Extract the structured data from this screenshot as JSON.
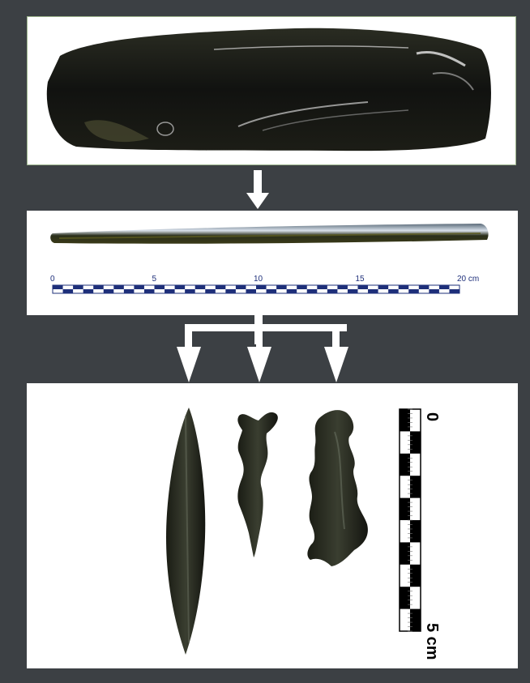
{
  "scale_bar_horizontal": {
    "labels": [
      "0",
      "5",
      "10",
      "15",
      "20 cm"
    ]
  },
  "scale_bar_vertical": {
    "labels": [
      "0",
      "5 cm"
    ]
  },
  "colors": {
    "background": "#3c4044",
    "obsidian": "#1a1c18",
    "scale_blue": "#1e2f7a"
  }
}
